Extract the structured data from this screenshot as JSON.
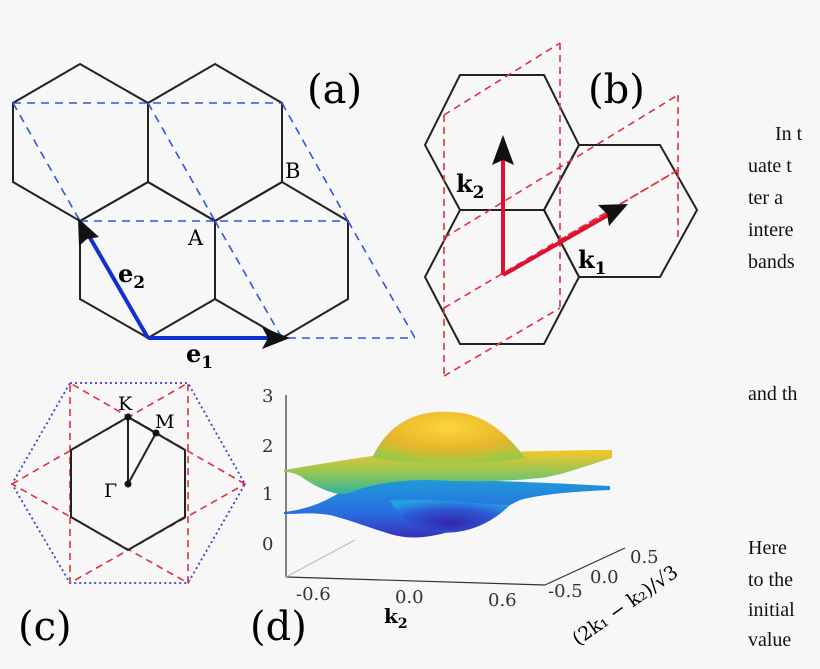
{
  "panels": {
    "a": {
      "label": "(a)",
      "site_A": "A",
      "site_B": "B",
      "vec1_base": "e",
      "vec1_sub": "1",
      "vec2_base": "e",
      "vec2_sub": "2"
    },
    "b": {
      "label": "(b)",
      "vec1_base": "k",
      "vec1_sub": "1",
      "vec2_base": "k",
      "vec2_sub": "2"
    },
    "c": {
      "label": "(c)",
      "point_K": "K",
      "point_M": "M",
      "point_Gamma": "Γ"
    },
    "d": {
      "label": "(d)",
      "z_ticks": [
        "3",
        "2",
        "1",
        "0"
      ],
      "x_ticks": [
        "-0.6",
        "0.0",
        "0.6"
      ],
      "x_label_base": "k",
      "x_label_sub": "2",
      "y_ticks": [
        "-0.5",
        "0.0",
        "0.5"
      ],
      "y_label": "(2k₁ − k₂)/√3"
    }
  },
  "side_text": {
    "line1": "In t",
    "line2": "uate t",
    "line3": "ter a",
    "line4": "intere",
    "line5": "bands",
    "line6": "and th",
    "line7": "Here",
    "line8": "to the",
    "line9": "initial",
    "line10": "value"
  },
  "colors": {
    "hex_lines": "#222222",
    "blue_dashed": "#3355dd",
    "blue_arrow": "#1030d0",
    "red_dashed": "#e03040",
    "red_arrow": "#e01030",
    "blue_dotted": "#3344cc",
    "band_top": "#f5c030",
    "band_mid": "#30b0a0",
    "band_bottom": "#2040c0"
  }
}
